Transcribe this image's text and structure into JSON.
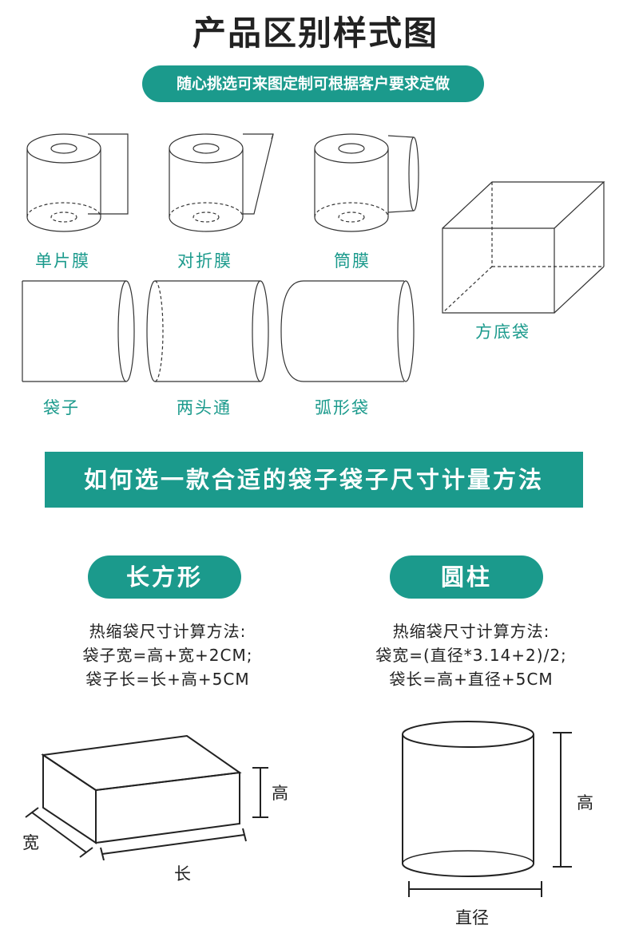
{
  "header": {
    "title": "产品区别样式图",
    "subtitle": "随心挑选可来图定制可根据客户要求定做"
  },
  "types": {
    "single_film": "单片膜",
    "folded_film": "对折膜",
    "tube_film": "筒膜",
    "square_bottom_bag": "方底袋",
    "bag": "袋子",
    "open_ends": "两头通",
    "arc_bag": "弧形袋"
  },
  "banner": "如何选一款合适的袋子袋子尺寸计量方法",
  "rectangle": {
    "label": "长方形",
    "formula_title": "热缩袋尺寸计算方法:",
    "formula_width": "袋子宽=高+宽+2CM;",
    "formula_length": "袋子长=长+高+5CM",
    "dim_height": "高",
    "dim_width": "宽",
    "dim_length": "长"
  },
  "cylinder": {
    "label": "圆柱",
    "formula_title": "热缩袋尺寸计算方法:",
    "formula_width": "袋宽=(直径*3.14+2)/2;",
    "formula_length": "袋长=高+直径+5CM",
    "dim_height": "高",
    "dim_diameter": "直径"
  },
  "colors": {
    "accent": "#1b9a8c",
    "line": "#333333"
  }
}
